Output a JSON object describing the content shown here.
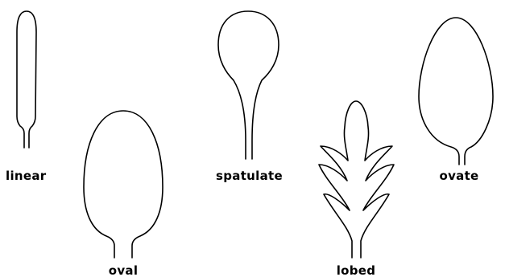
{
  "leaf_shapes": [
    {
      "id": "linear",
      "label": "linear"
    },
    {
      "id": "oval",
      "label": "oval"
    },
    {
      "id": "spatulate",
      "label": "spatulate"
    },
    {
      "id": "lobed",
      "label": "lobed"
    },
    {
      "id": "ovate",
      "label": "ovate"
    }
  ],
  "colors": {
    "stroke": "#000000",
    "background": "#ffffff"
  }
}
